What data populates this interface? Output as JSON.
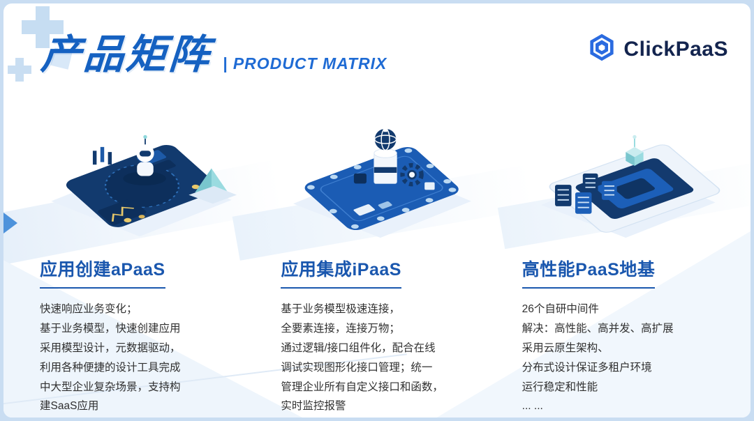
{
  "header": {
    "title_cn": "产品矩阵",
    "title_en": "| PRODUCT MATRIX",
    "logo_text": "ClickPaaS"
  },
  "columns": [
    {
      "heading": "应用创建aPaaS",
      "lines": [
        "快速响应业务变化；",
        "基于业务模型，快速创建应用",
        "采用模型设计，元数据驱动，",
        "利用各种便捷的设计工具完成",
        "中大型企业复杂场景，支持构",
        "建SaaS应用"
      ]
    },
    {
      "heading": "应用集成iPaaS",
      "lines": [
        "基于业务模型极速连接，",
        "全要素连接，连接万物；",
        "通过逻辑/接口组件化，配合在线",
        "调试实现图形化接口管理；统一",
        "管理企业所有自定义接口和函数，",
        "实时监控报警"
      ]
    },
    {
      "heading": "高性能PaaS地基",
      "lines": [
        "26个自研中间件",
        "解决：高性能、高并发、高扩展",
        "采用云原生架构、",
        "分布式设计保证多租户环境",
        "运行稳定和性能",
        "... ..."
      ]
    }
  ],
  "colors": {
    "title_blue": "#1561c1",
    "subtitle_blue": "#1f6bd4",
    "heading_blue": "#1a57ae",
    "logo_icon_blue": "#2b6be0",
    "logo_text_navy": "#13244e",
    "illustration_navy": "#123a6e",
    "illustration_blue": "#1b5cb4",
    "accent_teal": "#8fd8dc",
    "body_text": "#303030",
    "frame_light_blue": "#c9ddf2"
  }
}
